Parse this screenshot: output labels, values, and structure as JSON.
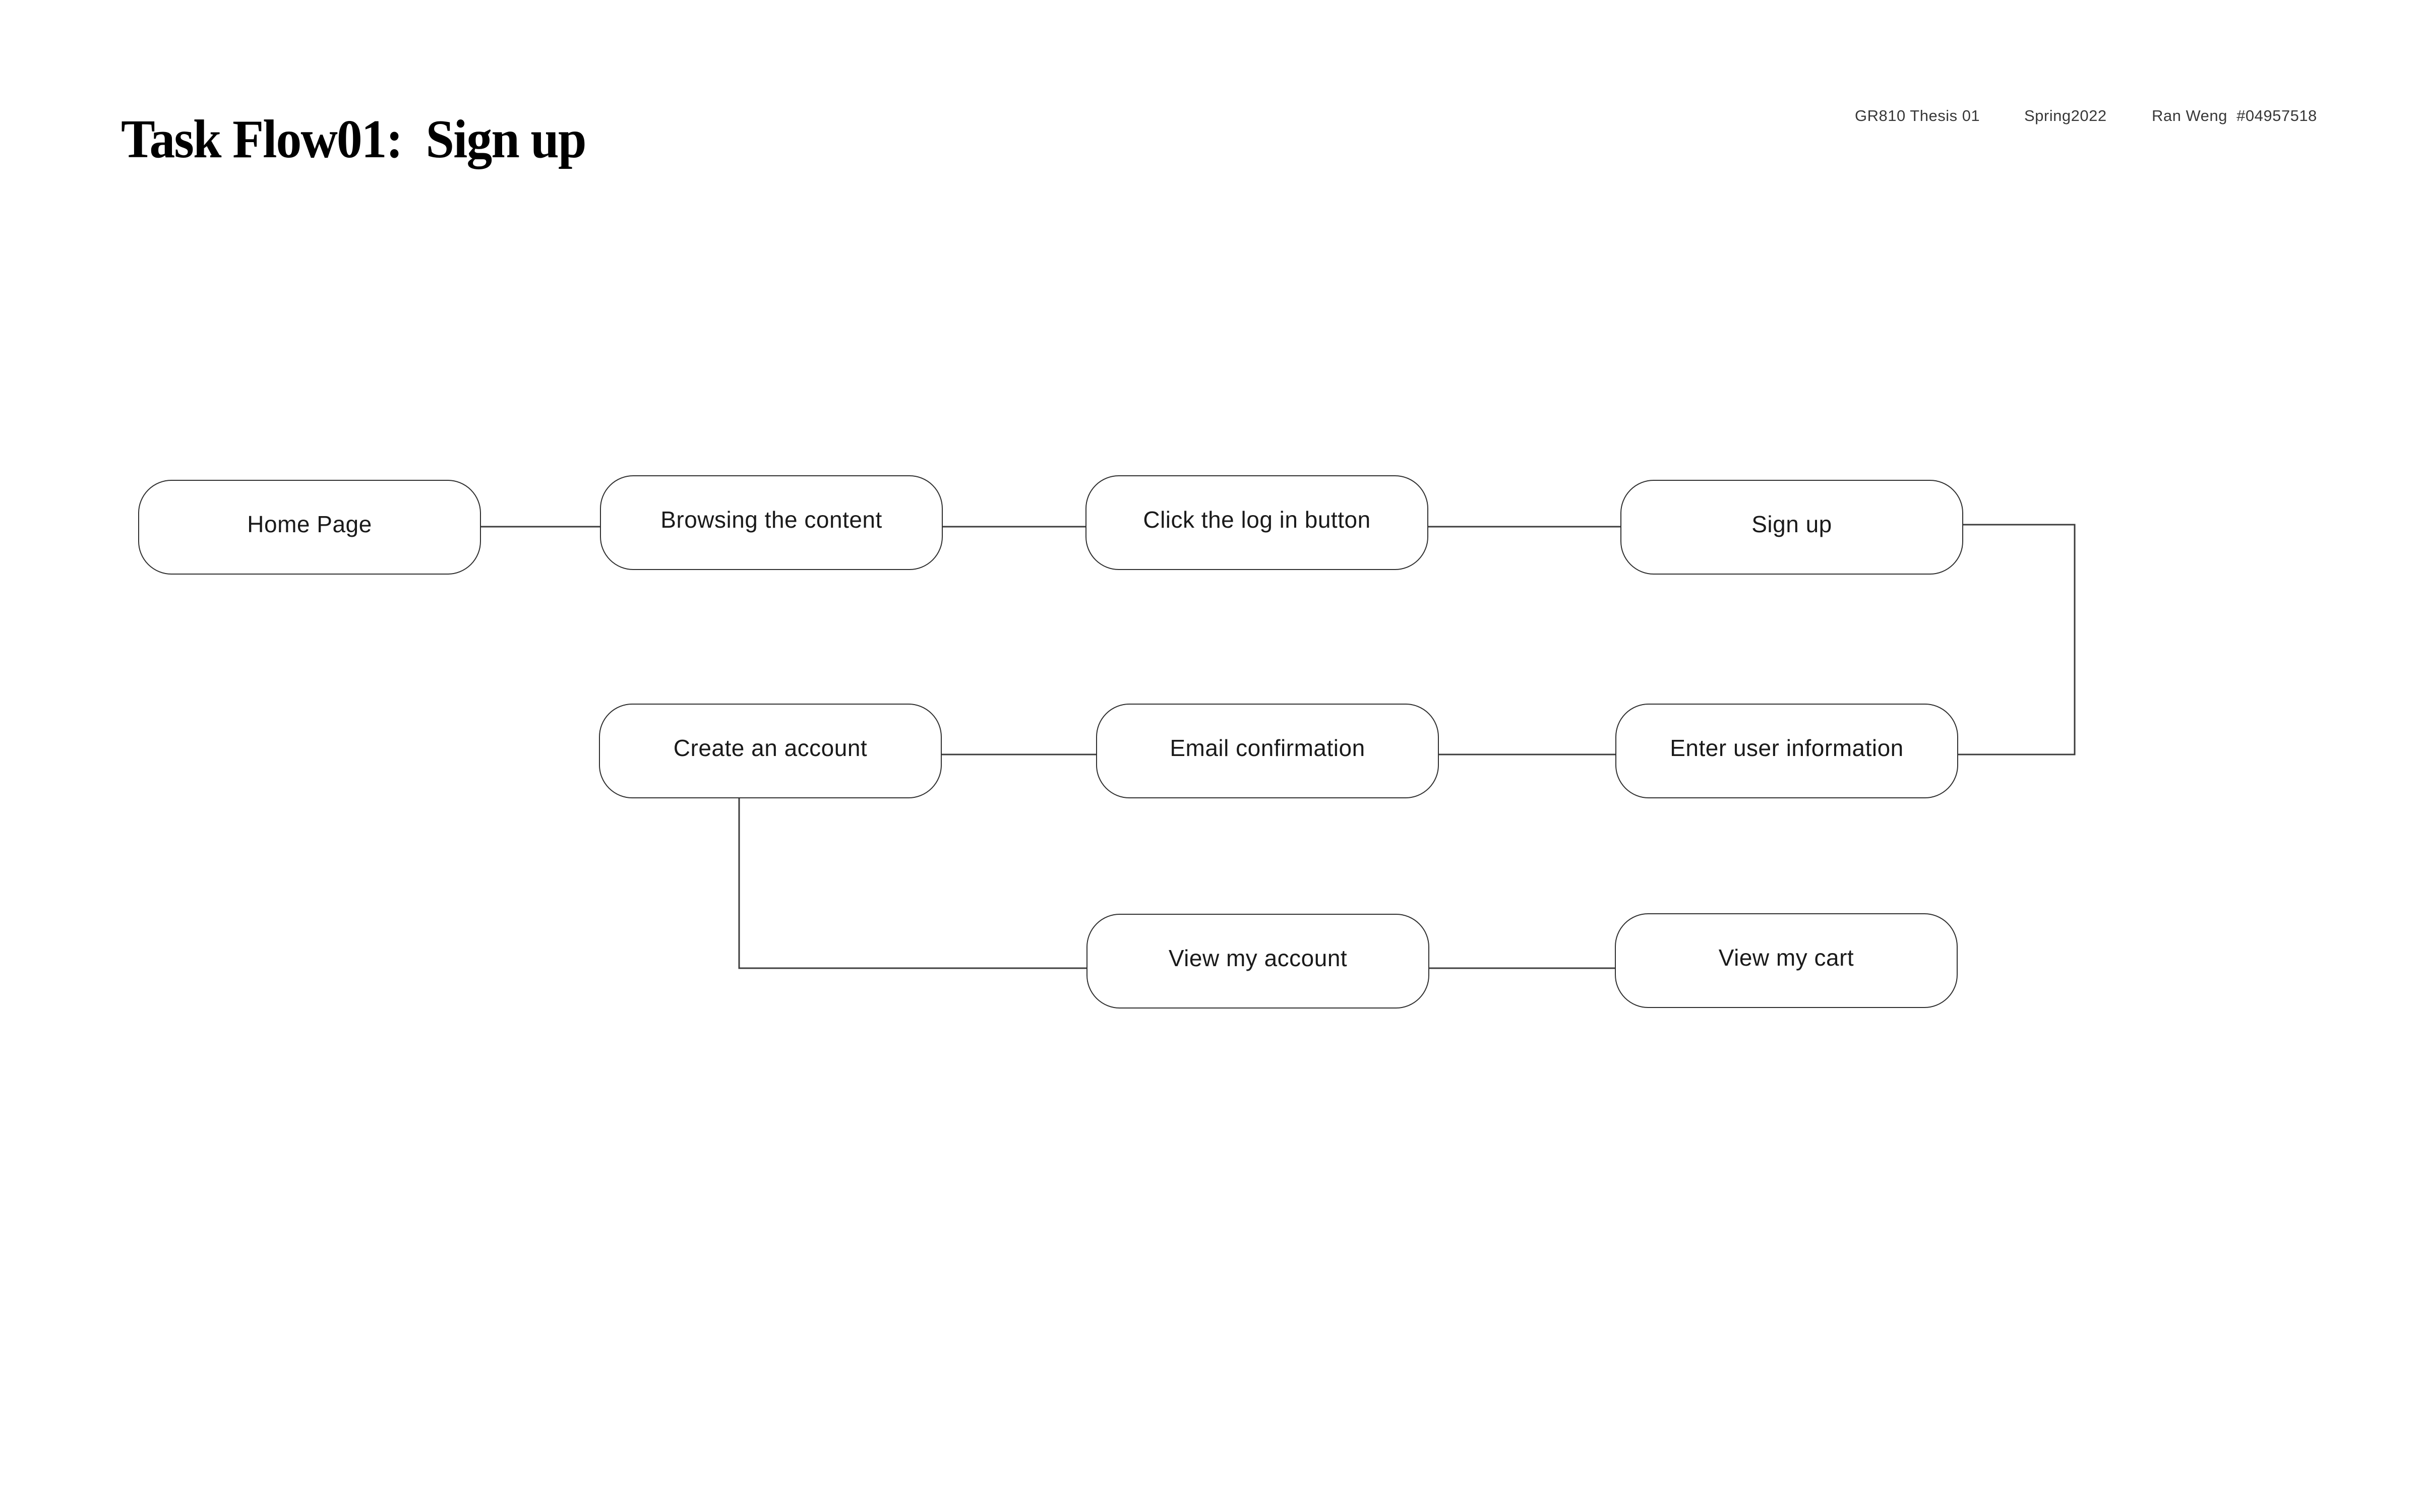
{
  "header": {
    "title": "Task Flow01:  Sign up",
    "meta": [
      {
        "label": "GR810 Thesis 01"
      },
      {
        "label": "Spring2022"
      },
      {
        "label": "Ran Weng  #04957518"
      }
    ]
  },
  "flow": {
    "nodes": [
      {
        "id": "home-page",
        "label": "Home Page"
      },
      {
        "id": "browsing-the-content",
        "label": "Browsing the content"
      },
      {
        "id": "click-the-log-in-button",
        "label": "Click the log in button"
      },
      {
        "id": "sign-up",
        "label": "Sign up"
      },
      {
        "id": "create-an-account",
        "label": "Create an account"
      },
      {
        "id": "email-confirmation",
        "label": "Email confirmation"
      },
      {
        "id": "enter-user-information",
        "label": "Enter user information"
      },
      {
        "id": "view-my-account",
        "label": "View my account"
      },
      {
        "id": "view-my-cart",
        "label": "View my cart"
      }
    ],
    "edges": [
      {
        "from": "home-page",
        "to": "browsing-the-content"
      },
      {
        "from": "browsing-the-content",
        "to": "click-the-log-in-button"
      },
      {
        "from": "click-the-log-in-button",
        "to": "sign-up"
      },
      {
        "from": "sign-up",
        "to": "enter-user-information"
      },
      {
        "from": "enter-user-information",
        "to": "email-confirmation"
      },
      {
        "from": "email-confirmation",
        "to": "create-an-account"
      },
      {
        "from": "create-an-account",
        "to": "view-my-account"
      },
      {
        "from": "view-my-account",
        "to": "view-my-cart"
      }
    ]
  },
  "theme": {
    "background": "#ffffff",
    "node_border": "#2f2f2f",
    "connector_line": "#3c3c3c",
    "node_text": "#1a1a1a",
    "title_text": "#000000",
    "meta_text": "#383838"
  }
}
